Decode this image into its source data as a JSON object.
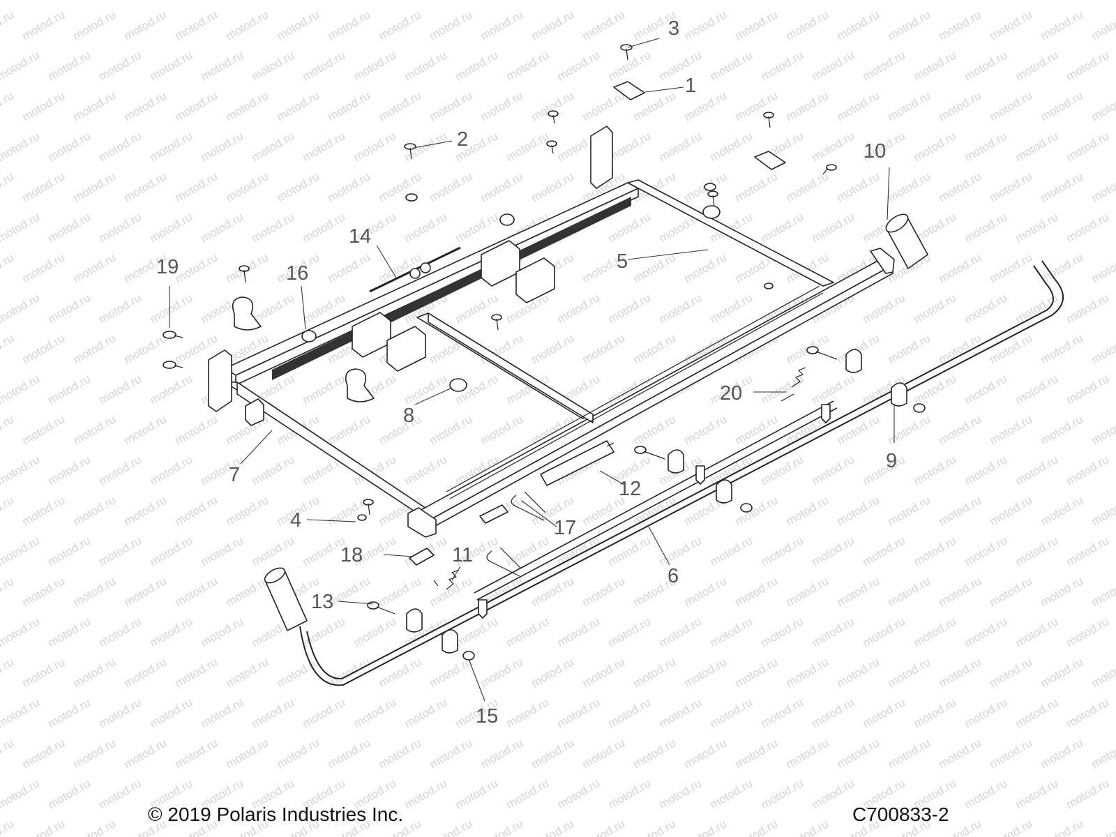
{
  "watermark": "motod.ru",
  "footer": {
    "copyright": "© 2019 Polaris Industries Inc.",
    "diagram_code": "C700833-2"
  },
  "callouts": {
    "c1": "1",
    "c2": "2",
    "c3": "3",
    "c4": "4",
    "c5": "5",
    "c6": "6",
    "c7": "7",
    "c8": "8",
    "c9": "9",
    "c10": "10",
    "c11": "11",
    "c12": "12",
    "c13": "13",
    "c14": "14",
    "c15": "15",
    "c16": "16",
    "c17": "17",
    "c18": "18",
    "c19": "19",
    "c20": "20"
  },
  "colors": {
    "line": "#222222",
    "callout_text": "#555555",
    "watermark": "#d4d4d4"
  }
}
